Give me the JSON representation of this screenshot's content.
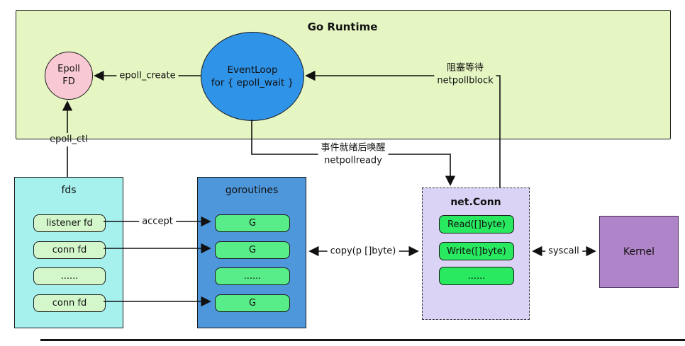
{
  "runtime": {
    "title": "Go Runtime",
    "epoll_fd": {
      "line1": "Epoll",
      "line2": "FD"
    },
    "event_loop": {
      "line1": "EventLoop",
      "line2": "for { epoll_wait }"
    }
  },
  "edges": {
    "epoll_create": "epoll_create",
    "epoll_ctl": "epoll_ctl",
    "netpoll_block": {
      "line1": "阻塞等待",
      "line2": "netpollblock"
    },
    "netpoll_ready": {
      "line1": "事件就绪后唤醒",
      "line2": "netpollready"
    },
    "accept": "accept",
    "copy": "copy(p []byte)",
    "syscall": "syscall"
  },
  "fds": {
    "title": "fds",
    "items": [
      "listener fd",
      "conn fd",
      "......",
      "conn fd"
    ]
  },
  "goroutines": {
    "title": "goroutines",
    "items": [
      "G",
      "G",
      "......",
      "G"
    ]
  },
  "net_conn": {
    "title": "net.Conn",
    "items": [
      "Read([]byte)",
      "Write([]byte)",
      "......"
    ]
  },
  "kernel": {
    "title": "Kernel"
  },
  "colors": {
    "runtime_bg": "#e6f6c3",
    "epoll_fd_bg": "#f8c9d3",
    "event_loop_bg": "#2f93e8",
    "fds_bg": "#a6f0ee",
    "fd_item_bg": "#d3f6cb",
    "goroutines_bg": "#4e97da",
    "g_item_bg": "#58ed89",
    "net_conn_bg": "#dad3f5",
    "net_conn_item_bg": "#28e960",
    "kernel_bg": "#b084c9"
  }
}
